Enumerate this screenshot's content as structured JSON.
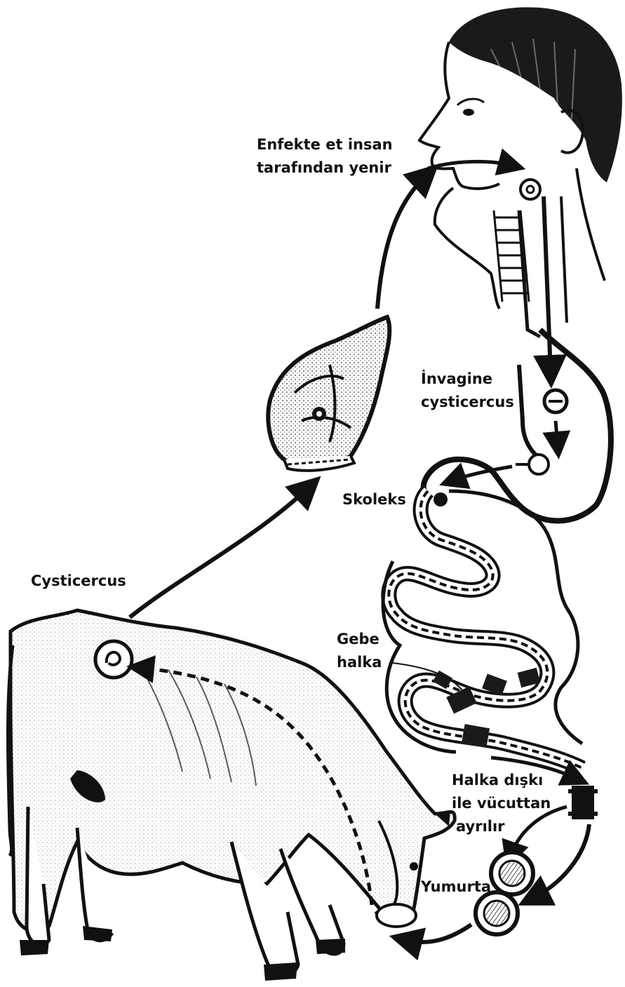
{
  "diagram": {
    "subject": "Taenia saginata life cycle",
    "colors": {
      "ink": "#111111",
      "paper": "#ffffff",
      "shade": "#222222"
    },
    "icons": [
      "human-head-icon",
      "beef-meat-icon",
      "intestine-icon",
      "cow-icon",
      "proglottid-icon",
      "egg-icon"
    ],
    "labels": {
      "infected_meat_line1": "Enfekte et insan",
      "infected_meat_line2": "tarafından yenir",
      "invaginated_line1": "İnvagine",
      "invaginated_line2": "cysticercus",
      "scolex": "Skoleks",
      "cysticercus": "Cysticercus",
      "gravid_line1": "Gebe",
      "gravid_line2": "halka",
      "proglottid_line1": "Halka dışkı",
      "proglottid_line2": "ile vücuttan",
      "proglottid_line3": "ayrılır",
      "egg": "Yumurta"
    }
  }
}
